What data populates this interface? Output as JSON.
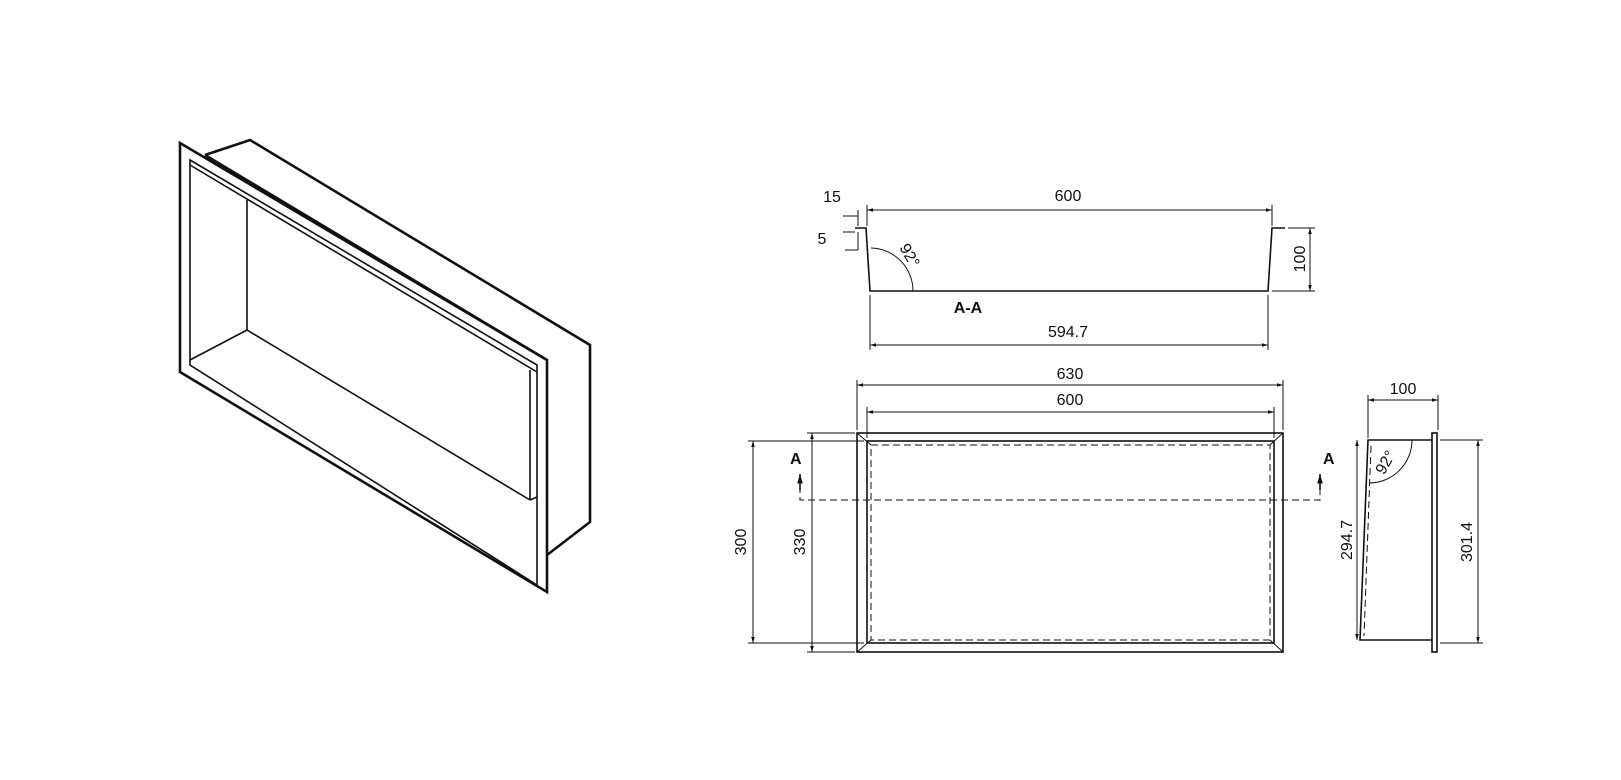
{
  "section_view": {
    "label": "A-A",
    "width_top": "600",
    "width_bottom": "594.7",
    "depth": "100",
    "flange_width": "15",
    "flange_thickness": "5",
    "angle": "92°"
  },
  "front_view": {
    "outer_width": "630",
    "inner_width": "600",
    "inner_height": "300",
    "outer_height": "330",
    "section_mark_left": "A",
    "section_mark_right": "A"
  },
  "side_view": {
    "depth": "100",
    "inner_height": "294.7",
    "outer_height": "301.4",
    "angle": "92°"
  }
}
